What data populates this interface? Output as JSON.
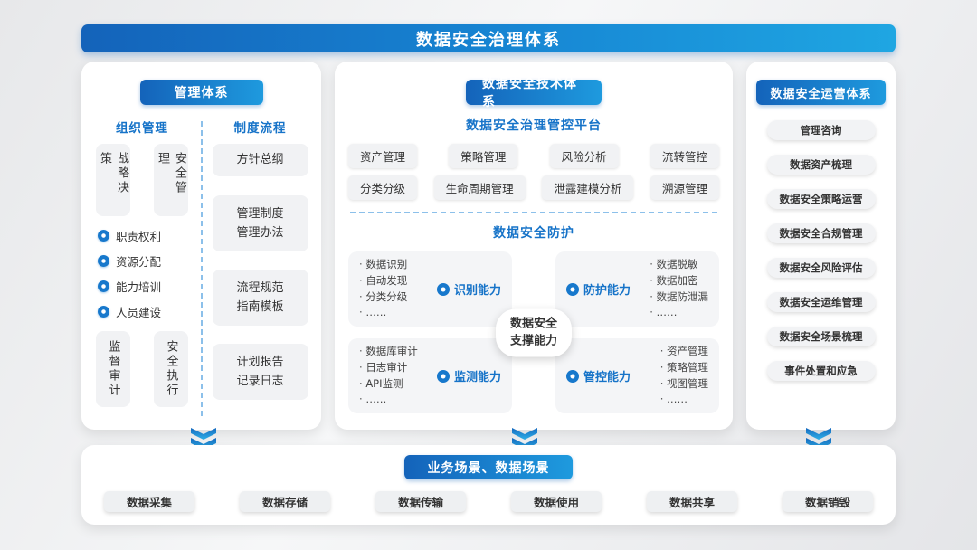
{
  "banner": {
    "title": "数据安全治理体系"
  },
  "management": {
    "header": "管理体系",
    "org": {
      "title": "组织管理",
      "top_boxes": [
        "战略决策",
        "安全管理"
      ],
      "bullets": [
        "职责权利",
        "资源分配",
        "能力培训",
        "人员建设"
      ],
      "bottom_boxes": [
        "监督审计",
        "安全执行"
      ]
    },
    "process": {
      "title": "制度流程",
      "boxes": [
        [
          "方针总纲"
        ],
        [
          "管理制度",
          "管理办法"
        ],
        [
          "流程规范",
          "指南模板"
        ],
        [
          "计划报告",
          "记录日志"
        ]
      ]
    }
  },
  "technology": {
    "header": "数据安全技术体系",
    "platform": {
      "title": "数据安全治理管控平台",
      "row1": [
        "资产管理",
        "策略管理",
        "风险分析",
        "流转管控"
      ],
      "row2": [
        "分类分级",
        "生命周期管理",
        "泄露建模分析",
        "溯源管理"
      ]
    },
    "protection": {
      "title": "数据安全防护",
      "quadrants": [
        {
          "label": "识别能力",
          "items": [
            "数据识别",
            "自动发现",
            "分类分级",
            "……"
          ]
        },
        {
          "label": "防护能力",
          "items": [
            "数据脱敏",
            "数据加密",
            "数据防泄漏",
            "……"
          ]
        },
        {
          "label": "监测能力",
          "items": [
            "数据库审计",
            "日志审计",
            "API监测",
            "……"
          ]
        },
        {
          "label": "管控能力",
          "items": [
            "资产管理",
            "策略管理",
            "视图管理",
            "……"
          ]
        }
      ],
      "center": [
        "数据安全",
        "支撑能力"
      ]
    }
  },
  "operations": {
    "header": "数据安全运营体系",
    "items": [
      "管理咨询",
      "数据资产梳理",
      "数据安全策略运营",
      "数据安全合规管理",
      "数据安全风险评估",
      "数据安全运维管理",
      "数据安全场景梳理",
      "事件处置和应急"
    ]
  },
  "scenarios": {
    "header": "业务场景、数据场景",
    "items": [
      "数据采集",
      "数据存储",
      "数据传输",
      "数据使用",
      "数据共享",
      "数据销毁"
    ]
  },
  "colors": {
    "accent": "#1673c8",
    "accent_light": "#1fa6e2",
    "panel_bg": "#ffffff",
    "pill_bg": "#f1f2f4"
  }
}
